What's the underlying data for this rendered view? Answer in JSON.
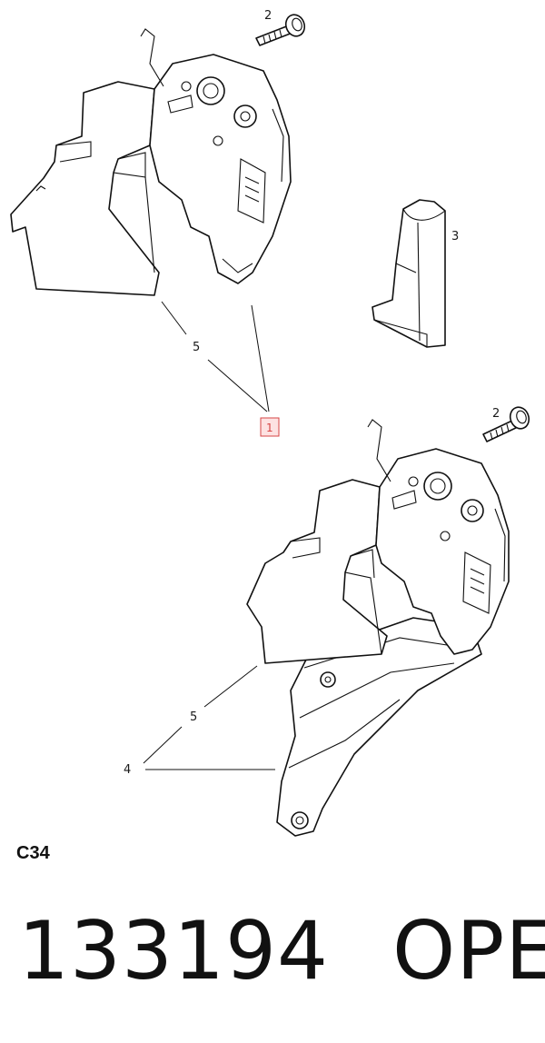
{
  "labels": {
    "screw_top": "2",
    "bracket_label": "3",
    "upper_lock_label": "5",
    "highlight_callout": "1",
    "screw_lower": "2",
    "lower_lock_label": "5",
    "plate_label": "4"
  },
  "colors": {
    "callout_border": "#d64545",
    "callout_fill": "#fde2e2",
    "line_art": "#111111"
  },
  "diagram_code": "C34",
  "footer": {
    "part_number": "133194",
    "brand": "OPEL"
  }
}
